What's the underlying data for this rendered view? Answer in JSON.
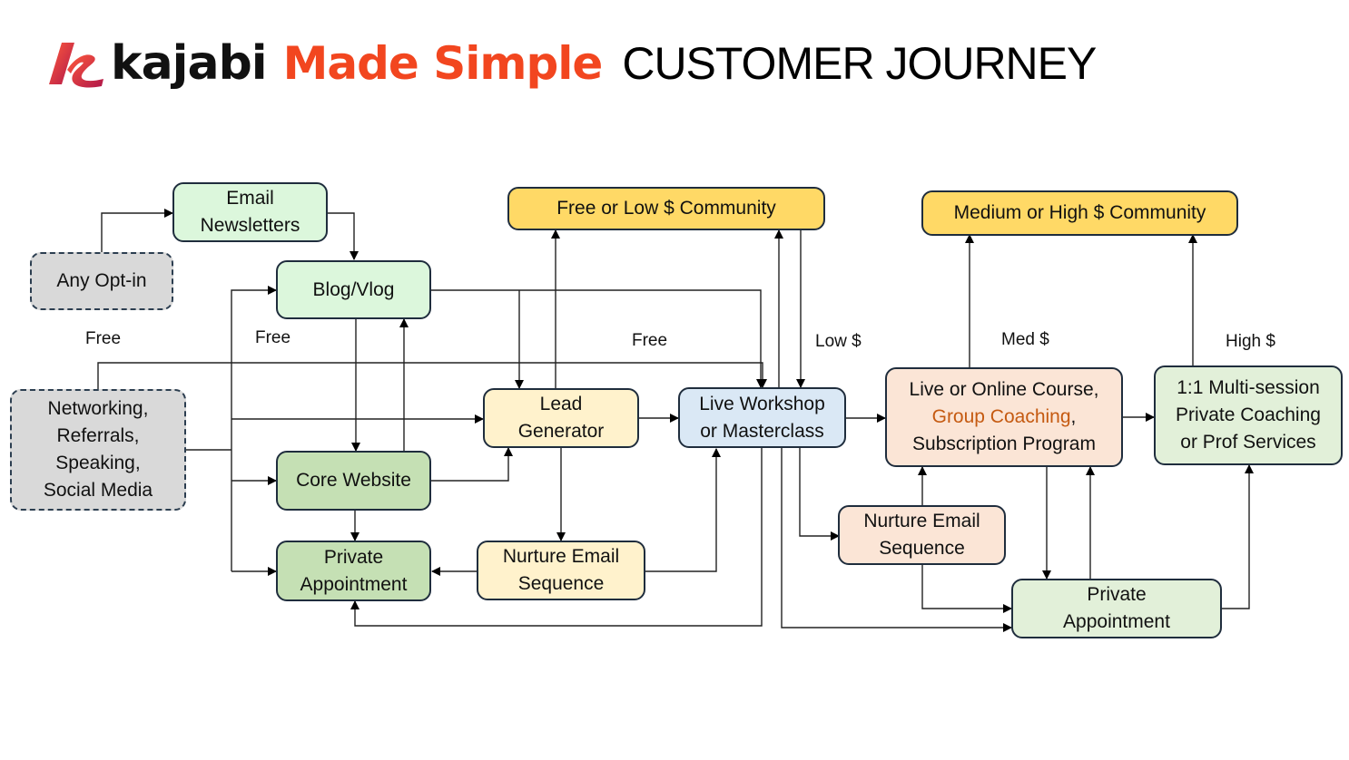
{
  "header": {
    "logo_icon": "kajabi-k-logo-icon",
    "brand": "kajabi",
    "tagline": "Made Simple",
    "title": "CUSTOMER JOURNEY"
  },
  "colors": {
    "brand_orange": "#f2461f",
    "light_green": "#dcf7dc",
    "green": "#c5e0b4",
    "pale_green": "#e2f0d9",
    "yellow": "#ffd966",
    "cream": "#fff2cc",
    "blue": "#dae8f5",
    "peach": "#fbe5d6",
    "gray": "#d9d9d9",
    "highlight": "#c55a11"
  },
  "nodes": {
    "any_optin": "Any Opt-in",
    "email_newsletters": [
      "Email",
      "Newsletters"
    ],
    "blog_vlog": "Blog/Vlog",
    "networking": [
      "Networking,",
      "Referrals,",
      "Speaking,",
      "Social Media"
    ],
    "core_website": "Core Website",
    "private_appt_left": [
      "Private",
      "Appointment"
    ],
    "free_low_community": "Free or Low $ Community",
    "lead_generator": [
      "Lead",
      "Generator"
    ],
    "nurture_left": [
      "Nurture Email",
      "Sequence"
    ],
    "live_workshop": [
      "Live Workshop",
      "or Masterclass"
    ],
    "medium_high_community": "Medium or High $ Community",
    "course": {
      "line1": "Live or Online Course,",
      "line2_highlight": "Group Coaching",
      "line2_suffix": ",",
      "line3": "Subscription Program"
    },
    "one_on_one": [
      "1:1 Multi-session",
      "Private Coaching",
      "or Prof Services"
    ],
    "nurture_right": [
      "Nurture Email",
      "Sequence"
    ],
    "private_appt_right": [
      "Private",
      "Appointment"
    ]
  },
  "edge_labels": {
    "free_1": "Free",
    "free_2": "Free",
    "free_3": "Free",
    "low": "Low $",
    "med": "Med $",
    "high": "High $"
  }
}
